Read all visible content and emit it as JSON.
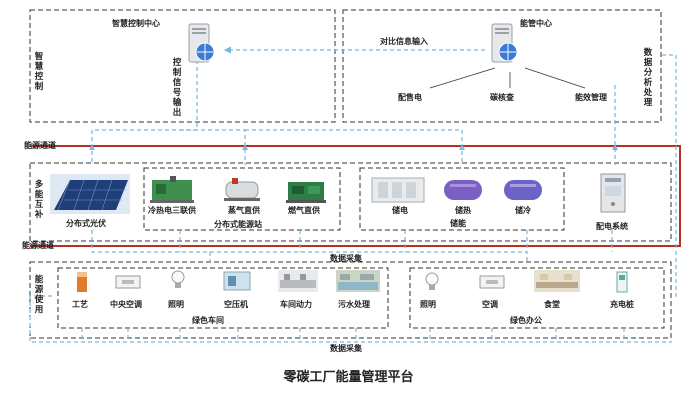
{
  "title": "零碳工厂能量管理平台",
  "smart_control": {
    "center": "智慧控制中心",
    "side": "智慧控制",
    "signal": "控制信号输出"
  },
  "energy_mgmt": {
    "center": "能管中心",
    "compare": "对比信息输入",
    "analysis": "数据分析处理",
    "items": [
      "配售电",
      "碳核查",
      "能效管理"
    ]
  },
  "channels": {
    "top": "能源通道",
    "bottom": "能源通道"
  },
  "supply": {
    "side": "多能互补",
    "pv": "分布式光伏",
    "station": {
      "label": "分布式能源站",
      "items": [
        "冷热电三联供",
        "蒸气直供",
        "燃气直供"
      ]
    },
    "storage": {
      "label": "储能",
      "items": [
        "储电",
        "储热",
        "储冷"
      ]
    },
    "distribution": "配电系统"
  },
  "collect": {
    "top": "数据采集",
    "bottom": "数据采集"
  },
  "usage": {
    "side": "能源使用",
    "workshop": {
      "label": "绿色车间",
      "items": [
        "工艺",
        "中央空调",
        "照明",
        "空压机",
        "车间动力",
        "污水处理"
      ]
    },
    "office": {
      "label": "绿色办公",
      "items": [
        "照明",
        "空调",
        "食堂",
        "充电桩"
      ]
    }
  },
  "colors": {
    "channel": "#b5321f",
    "dashed": "#7ab8dc",
    "box": "#333333"
  }
}
